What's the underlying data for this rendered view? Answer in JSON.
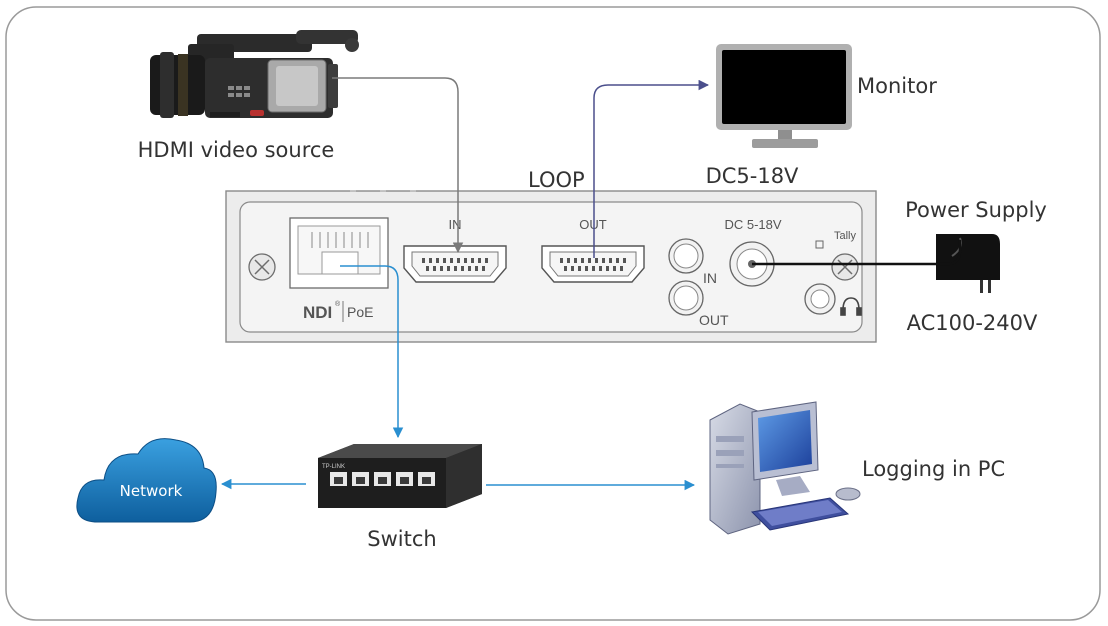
{
  "labels": {
    "hdmi_source": "HDMI video source",
    "monitor": "Monitor",
    "loop": "LOOP",
    "dc_range": "DC5-18V",
    "power_supply": "Power Supply",
    "ac_range": "AC100-240V",
    "network": "Network",
    "switch": "Switch",
    "pc": "Logging in PC"
  },
  "panel": {
    "in_port": "IN",
    "out_port": "OUT",
    "dc_port": "DC 5-18V",
    "tally": "Tally",
    "ndi": "NDI",
    "registered": "®",
    "poe": "PoE",
    "genlock_in": "IN",
    "genlock_out": "OUT"
  },
  "switch_device": {
    "brand": "TP-LINK"
  },
  "colors": {
    "frame_border": "#9a9a9a",
    "panel_fill": "#f3f3f3",
    "panel_stroke": "#8a8a8a",
    "hdmi_wire": "#7a7a7a",
    "loop_wire": "#4b4f8c",
    "network_wire": "#2a8fd0",
    "power_wire": "#111111",
    "cloud": "#1b7fc4"
  },
  "icons": [
    "video-camera-icon",
    "monitor-icon",
    "power-adapter-icon",
    "cloud-icon",
    "network-switch-icon",
    "desktop-pc-icon",
    "rj45-port-icon",
    "hdmi-port-icon",
    "bnc-connector-icon",
    "headphones-icon",
    "screw-icon"
  ]
}
